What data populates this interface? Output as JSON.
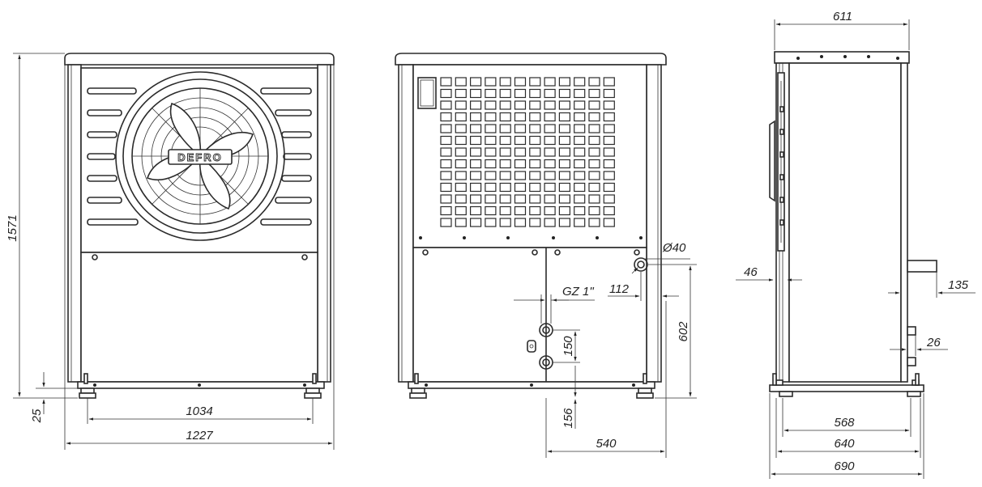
{
  "brand": {
    "logo_text": "DEFRO"
  },
  "views": {
    "front": {
      "height_label": "1571",
      "foot_label": "25",
      "inner_width_label": "1034",
      "outer_width_label": "1227"
    },
    "back": {
      "pipe_diameter_label": "Ø40",
      "pipe_offset_label": "112",
      "thread_label": "GZ 1\"",
      "connection_spacing_label": "150",
      "connection_height_label": "602",
      "bottom_offset_label": "156",
      "side_width_label": "540"
    },
    "side": {
      "top_width_label": "611",
      "left_offset_label": "46",
      "pipe_length_label": "135",
      "port_label": "26",
      "base_inner_label": "568",
      "base_mid_label": "640",
      "base_outer_label": "690"
    }
  }
}
